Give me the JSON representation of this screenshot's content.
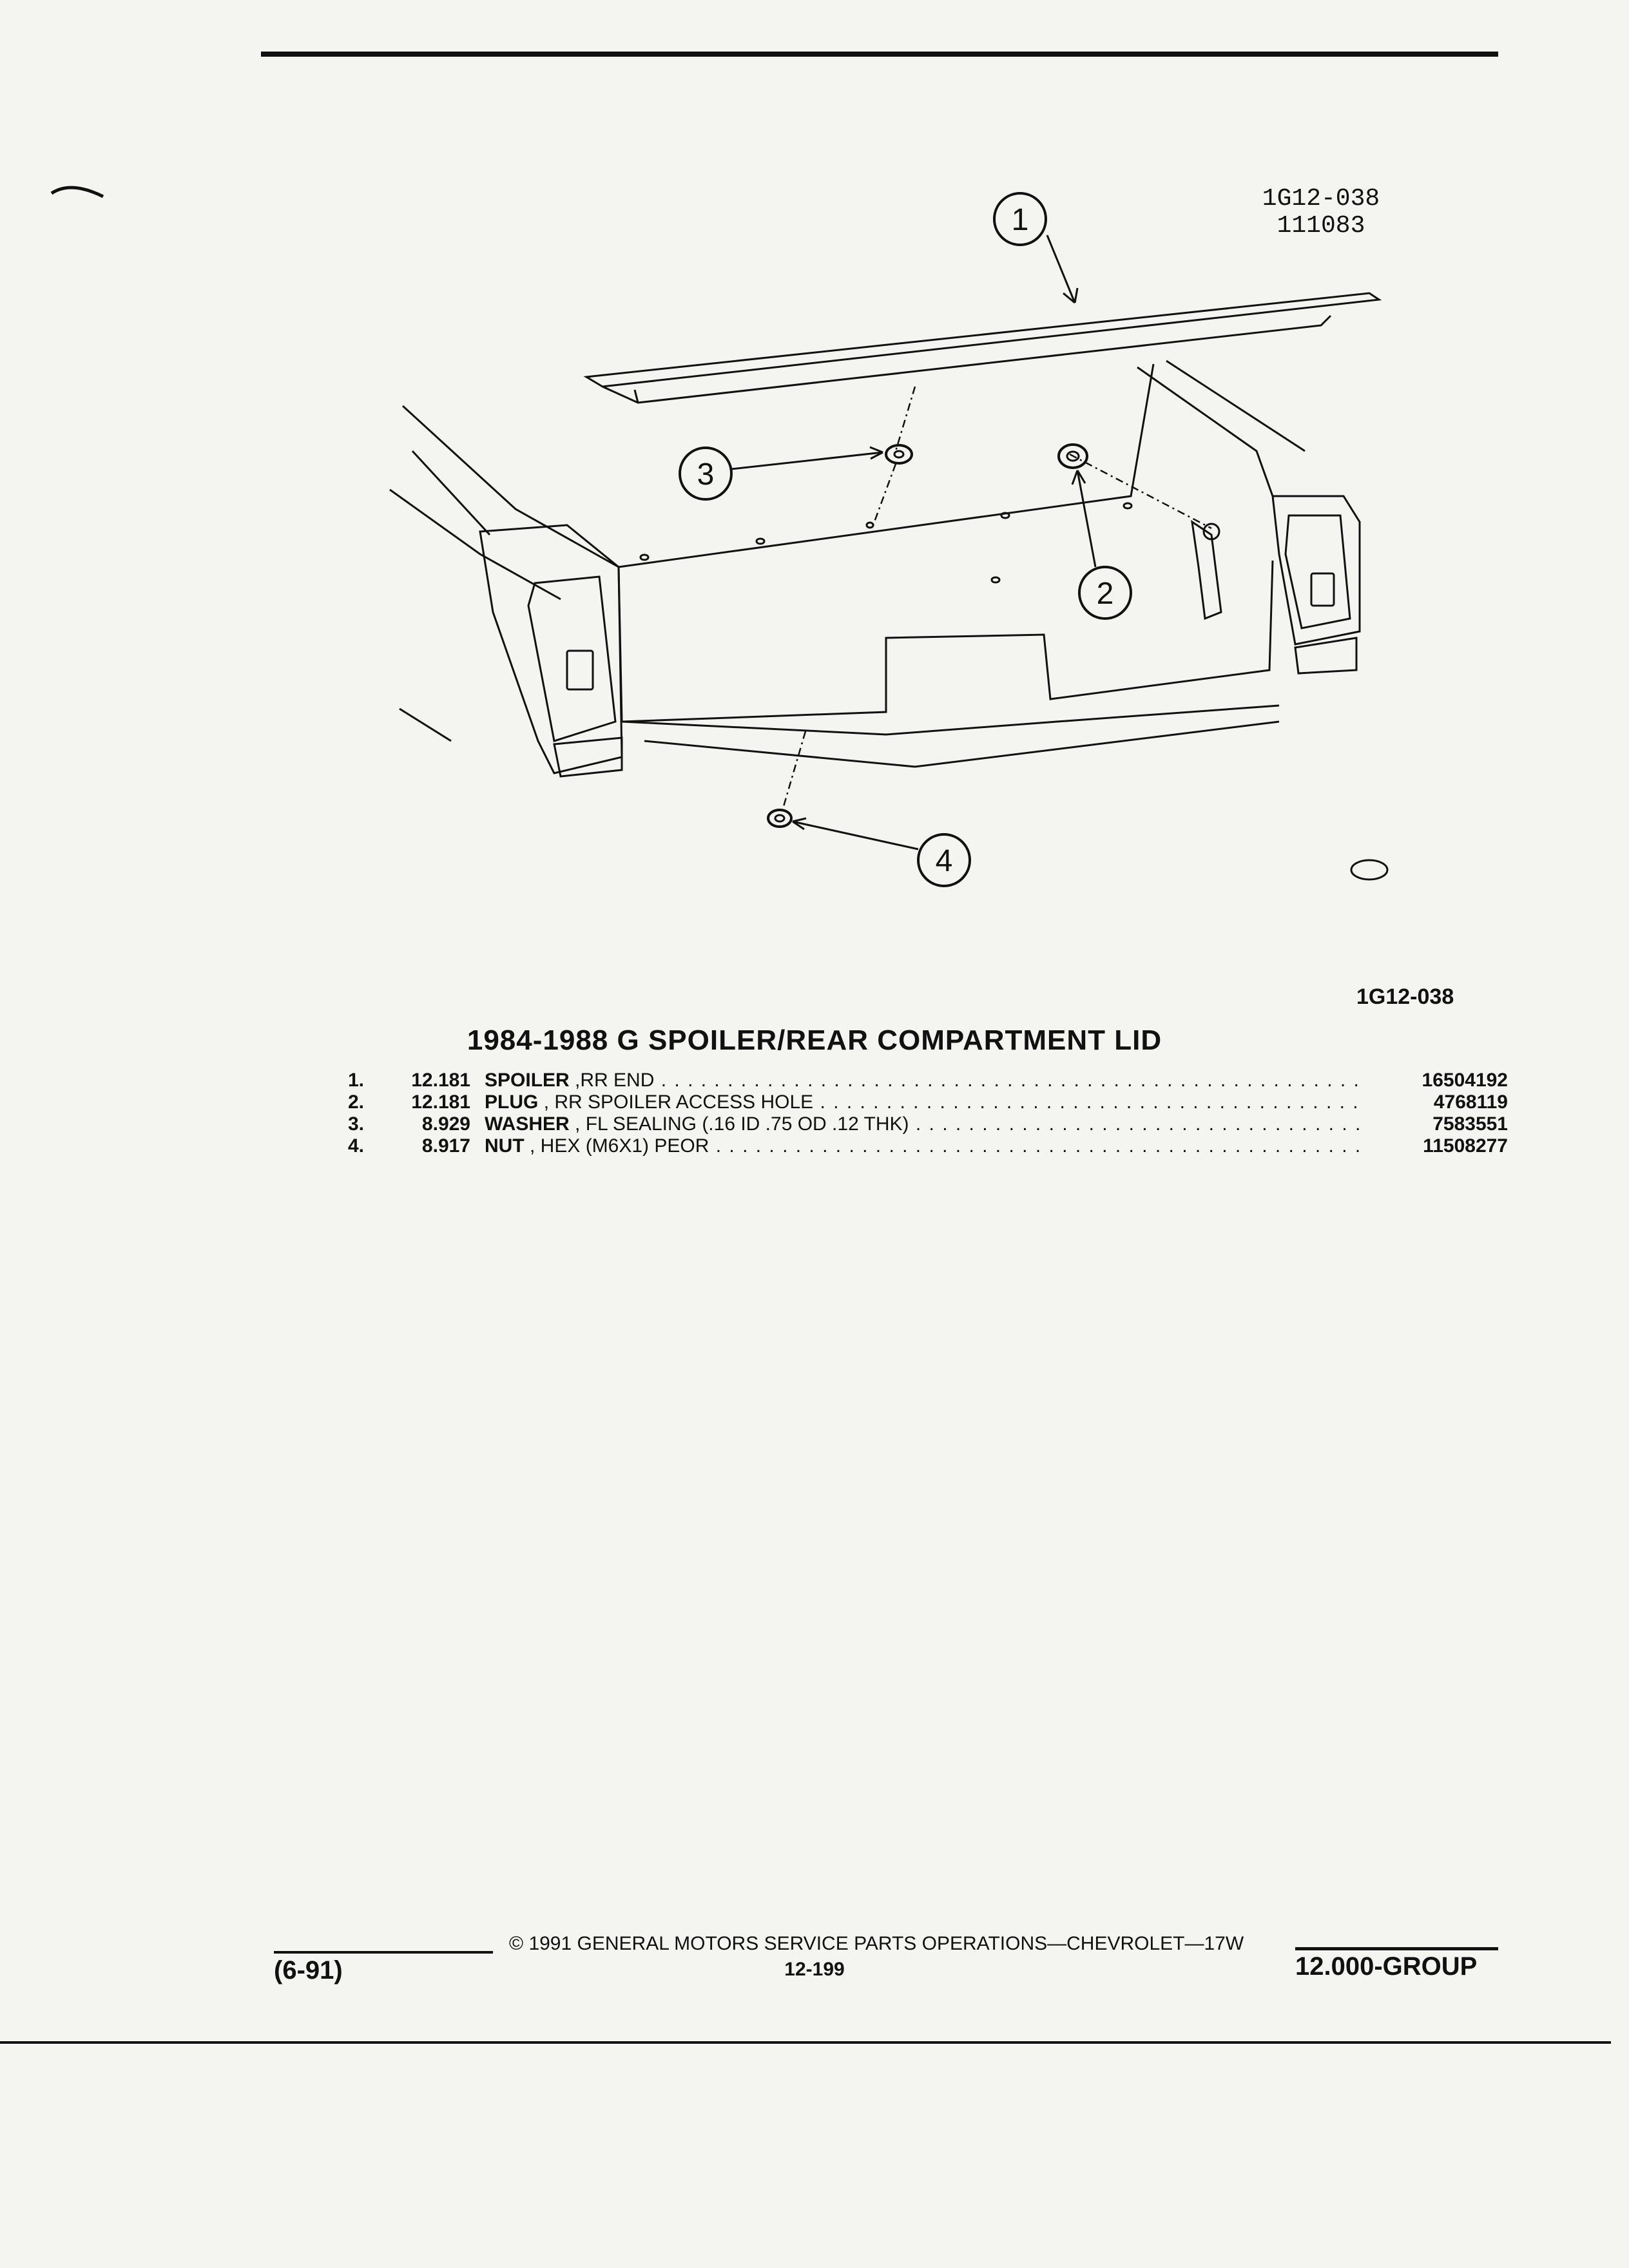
{
  "figure": {
    "id": "1G12-038",
    "date_code": "111083",
    "label": "1G12-038"
  },
  "callouts": [
    "1",
    "2",
    "3",
    "4"
  ],
  "title": "1984-1988 G SPOILER/REAR COMPARTMENT LID",
  "parts": [
    {
      "num": "1.",
      "code": "12.181",
      "name": "SPOILER",
      "detail": ",RR END",
      "part_no": "16504192"
    },
    {
      "num": "2.",
      "code": "12.181",
      "name": "PLUG",
      "detail": ", RR SPOILER ACCESS HOLE",
      "part_no": "4768119"
    },
    {
      "num": "3.",
      "code": "8.929",
      "name": "WASHER",
      "detail": ", FL SEALING (.16 ID .75 OD .12 THK)",
      "part_no": "7583551"
    },
    {
      "num": "4.",
      "code": "8.917",
      "name": "NUT",
      "detail": ", HEX (M6X1) PEOR",
      "part_no": "11508277"
    }
  ],
  "footer": {
    "copyright": "© 1991 GENERAL MOTORS SERVICE PARTS OPERATIONS—CHEVROLET—17W",
    "page": "12-199",
    "date": "(6-91)",
    "group": "12.000-GROUP"
  }
}
